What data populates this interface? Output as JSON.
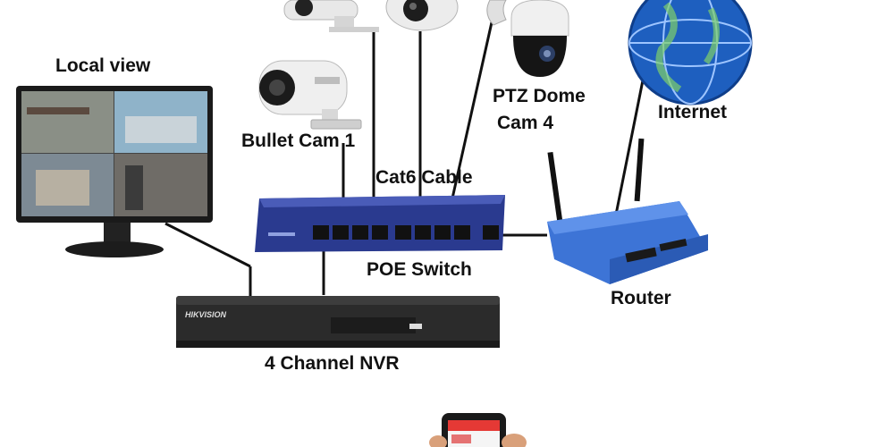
{
  "diagram": {
    "labels": {
      "local_view": "Local view",
      "bullet_cam": "Bullet Cam 1",
      "ptz_dome": "PTZ Dome",
      "ptz_cam": "Cam 4",
      "internet": "Internet",
      "cable": "Cat6 Cable",
      "poe_switch": "POE Switch",
      "router": "Router",
      "nvr": "4 Channel NVR"
    },
    "device_text": {
      "nvr_brand": "HIKVISION"
    },
    "colors": {
      "cable": "#111111",
      "switch_body": "#2a3a8f",
      "router_body": "#3d74d6",
      "nvr_body": "#2b2b2b",
      "globe": "#1e5fbf",
      "phone_screen": "#e53935"
    },
    "icons": [
      "monitor-icon",
      "bullet-camera-icon",
      "dome-camera-icon",
      "ptz-camera-icon",
      "globe-icon",
      "poe-switch-icon",
      "router-icon",
      "nvr-icon",
      "smartphone-icon"
    ]
  }
}
